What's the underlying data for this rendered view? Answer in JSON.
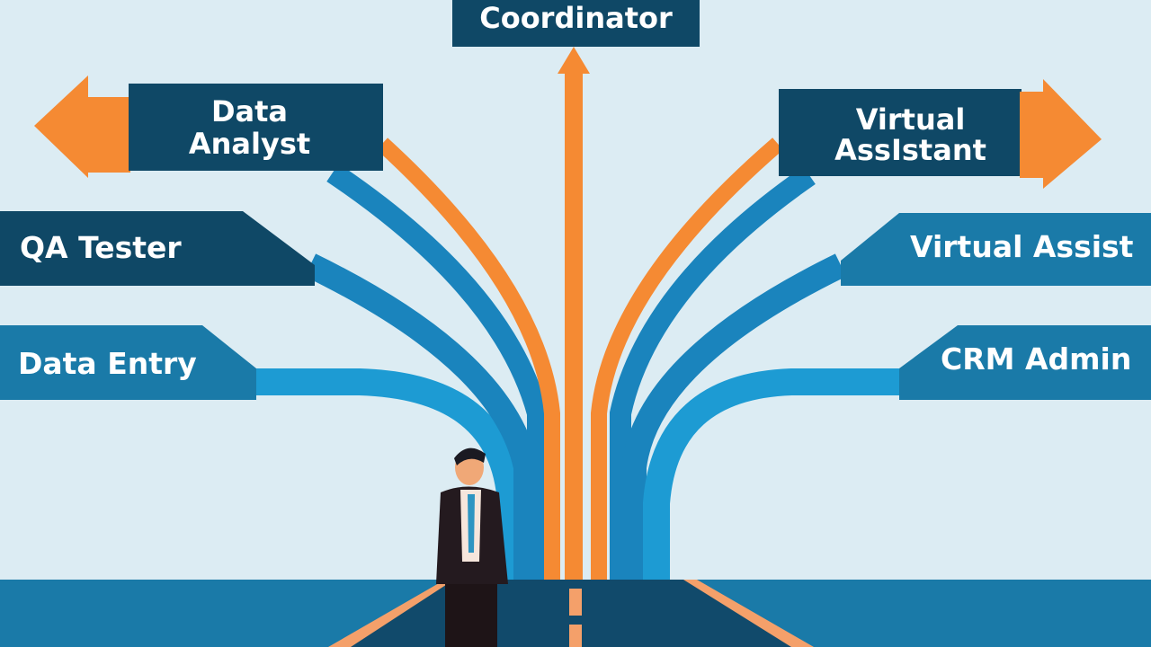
{
  "title": "Career paths diverging from a road",
  "colors": {
    "background": "#dcecf3",
    "navy": "#0f4866",
    "blue": "#1a84bd",
    "light_blue": "#1d9bd3",
    "orange": "#f58a33",
    "road": "#114a6b",
    "floor": "#1a7aa8"
  },
  "top": {
    "label": "Coordinator"
  },
  "left_arrow": {
    "label_line1": "Data",
    "label_line2": "Analyst"
  },
  "right_arrow": {
    "label_line1": "Virtual",
    "label_line2": "AssIstant"
  },
  "left_banners": [
    {
      "label": "QA Tester"
    },
    {
      "label": "Data Entry"
    }
  ],
  "right_banners": [
    {
      "label": "Virtual Assist"
    },
    {
      "label": "CRM Admin"
    }
  ],
  "figure": {
    "description": "businessman in dark suit with blue tie standing on road"
  }
}
